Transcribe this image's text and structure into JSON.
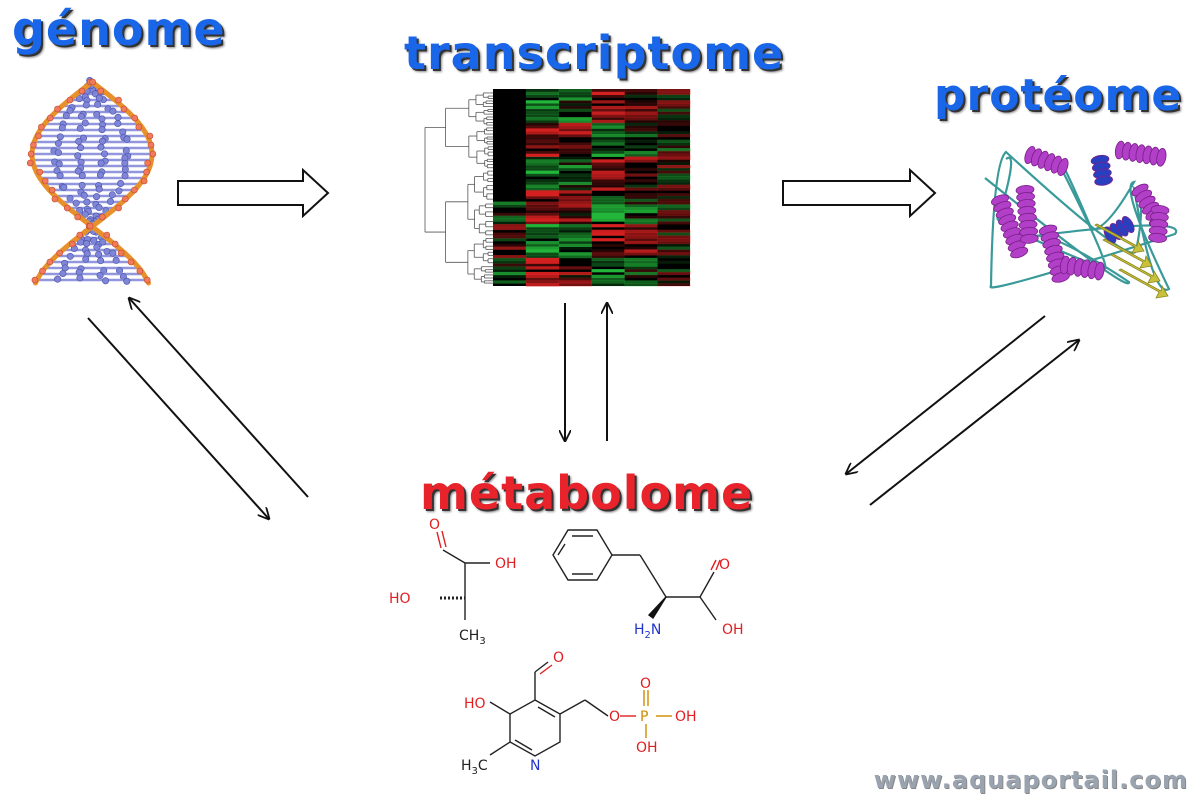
{
  "nodes": {
    "genome": "génome",
    "transcriptome": "transcriptome",
    "proteome": "protéome",
    "metabolome": "métabolome"
  },
  "molecules": {
    "lactic_acid": {
      "oh": "OH",
      "ho": "HO",
      "o": "O",
      "ch3": "CH",
      "ch3_sub": "3"
    },
    "phenylalanine": {
      "o": "O",
      "oh": "OH",
      "nh2": "H",
      "nh2_sub": "2",
      "n": "N"
    },
    "pyridoxal_phosphate": {
      "o_aldehyde": "O",
      "ho": "HO",
      "o_link": "O",
      "p": "P",
      "o_top": "O",
      "oh_right": "OH",
      "oh_bottom": "OH",
      "n": "N",
      "h3c": "H",
      "h3c_sub": "3",
      "c": "C"
    }
  },
  "watermark": "www.aquaportail.com",
  "colors": {
    "blue_title": "#1a66e8",
    "red_title": "#e8232b",
    "watermark": "#9aa4b0",
    "oxygen": "#e02020",
    "nitrogen": "#2233cc",
    "phosphorus": "#d08a00",
    "dna_backbone": "#e8902a",
    "dna_bases": "#7f86d8",
    "heatmap_red": "#d42020",
    "heatmap_green": "#22b63a",
    "protein_helix": "#b23fc7",
    "protein_sheet": "#c9c13a",
    "protein_coil": "#3a9a9a"
  }
}
